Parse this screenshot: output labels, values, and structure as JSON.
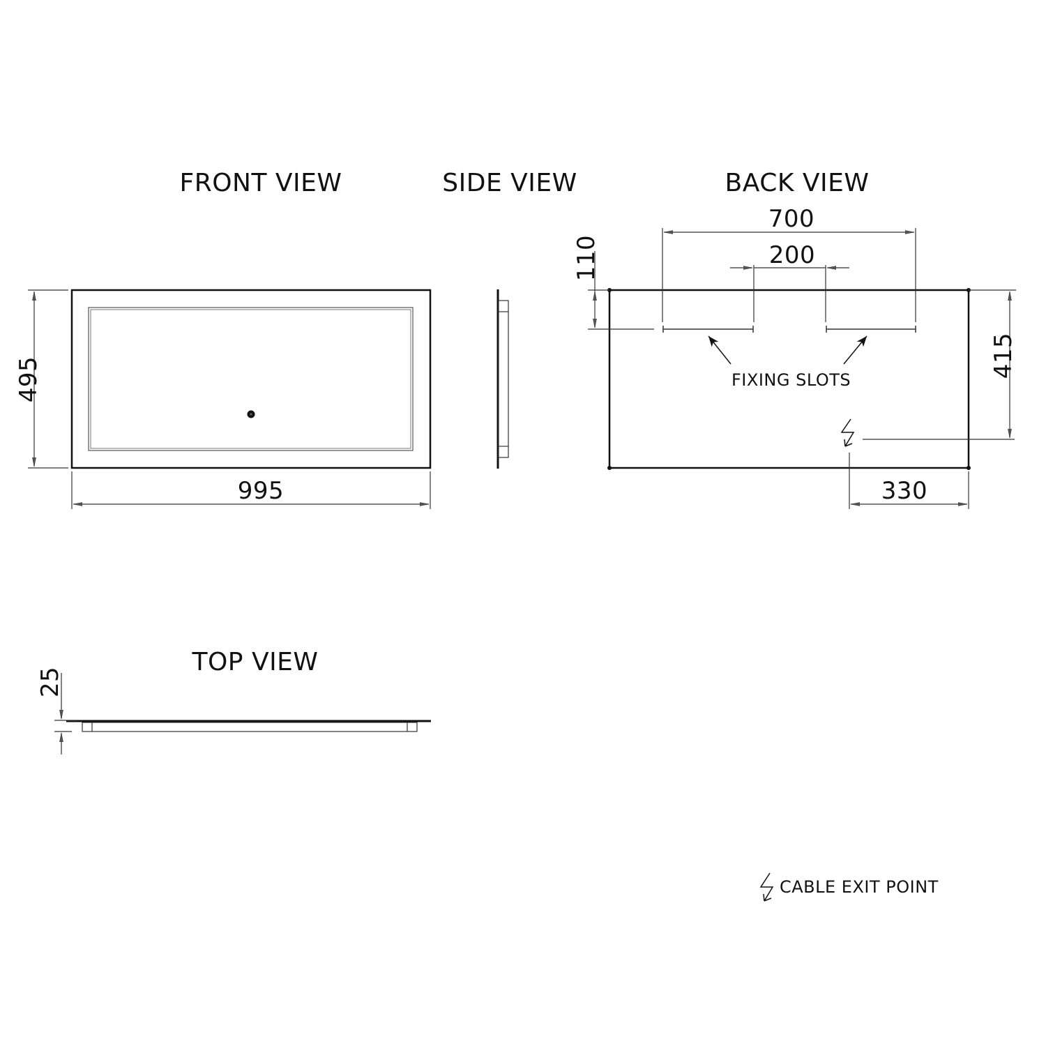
{
  "views": {
    "front": {
      "title": "FRONT VIEW"
    },
    "side": {
      "title": "SIDE VIEW"
    },
    "back": {
      "title": "BACK VIEW"
    },
    "top": {
      "title": "TOP VIEW"
    }
  },
  "dimensions": {
    "front_height": "495",
    "front_width": "995",
    "back_slot_outer": "700",
    "back_slot_inner": "200",
    "back_slot_offset_top": "110",
    "back_cable_height": "415",
    "back_cable_from_right": "330",
    "top_depth": "25"
  },
  "annotations": {
    "fixing_slots": "FIXING SLOTS",
    "legend_cable_exit": "CABLE EXIT POINT"
  },
  "icons": {
    "cable_exit": "lightning-arrow-icon",
    "touch_sensor": "sensor-button-icon"
  },
  "colors": {
    "line": "#111111",
    "thin_line": "#333333",
    "background": "#ffffff"
  }
}
